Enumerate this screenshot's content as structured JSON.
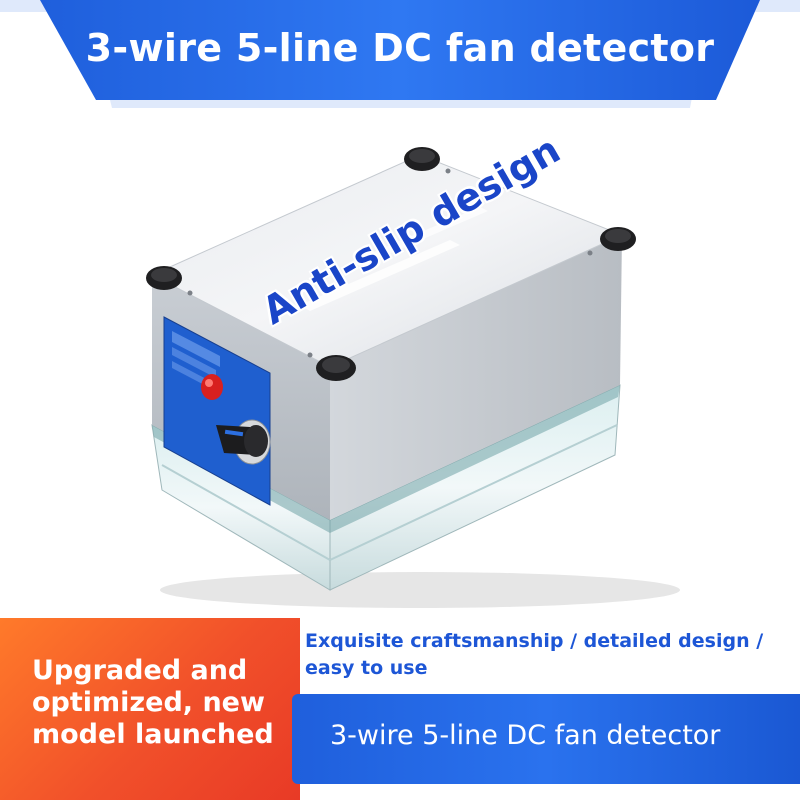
{
  "header": {
    "title": "3-wire 5-line DC fan detector"
  },
  "product": {
    "overlay_label": "Anti-slip design"
  },
  "promo": {
    "headline": "Upgraded and optimized, new model launched"
  },
  "tagline": {
    "text": "Exquisite craftsmanship / detailed design / easy to use"
  },
  "footer_bar": {
    "title": "3-wire 5-line DC fan detector"
  },
  "colors": {
    "banner_blue": "#2a6ef0",
    "accent_orange": "#f1502a",
    "text_blue": "#1a45c8"
  }
}
